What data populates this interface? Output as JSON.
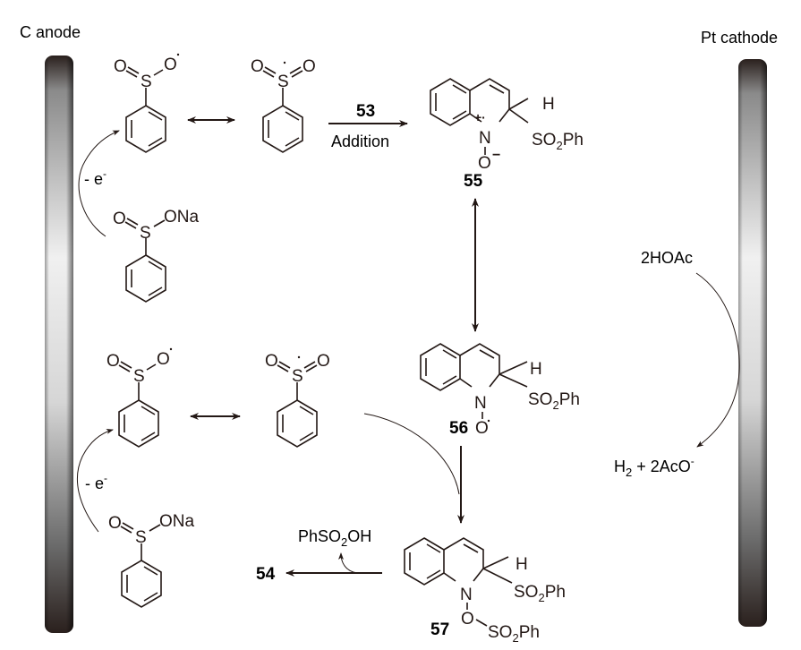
{
  "electrodes": {
    "anode_label": "C anode",
    "cathode_label": "Pt cathode"
  },
  "upper_cycle": {
    "oxidation_label": "- e",
    "oxidation_sup": "-",
    "sulfinate_atoms": {
      "O": "O",
      "S": "S",
      "ONa": "ONa"
    },
    "radical_a_atoms": {
      "O1": "O",
      "S": "S",
      "O2": "O"
    },
    "radical_b_atoms": {
      "O1": "O",
      "S": "S",
      "O2": "O"
    },
    "addition_reagent": "53",
    "addition_label": "Addition"
  },
  "intermediate_55": {
    "compound_number": "55",
    "N": "N",
    "O": "O",
    "H": "H",
    "substituent": "SO",
    "substituent_sub": "2",
    "substituent_tail": "Ph",
    "charge_marks": "+·",
    "minus": "−"
  },
  "intermediate_56": {
    "compound_number": "56",
    "N": "N",
    "O": "O",
    "H": "H",
    "substituent": "SO",
    "substituent_sub": "2",
    "substituent_tail": "Ph"
  },
  "lower_cycle": {
    "oxidation_label": "- e",
    "oxidation_sup": "-",
    "sulfinate_atoms": {
      "O": "O",
      "S": "S",
      "ONa": "ONa"
    },
    "radical_a_atoms": {
      "O1": "O",
      "S": "S",
      "O2": "O"
    },
    "radical_b_atoms": {
      "O1": "O",
      "S": "S",
      "O2": "O"
    }
  },
  "intermediate_57": {
    "compound_number": "57",
    "N": "N",
    "O": "O",
    "H": "H",
    "substituent": "SO",
    "substituent_sub": "2",
    "substituent_tail": "Ph",
    "o_substituent": "SO",
    "o_substituent_sub": "2",
    "o_substituent_tail": "Ph"
  },
  "elimination": {
    "byproduct": "PhSO",
    "byproduct_sub": "2",
    "byproduct_tail": "OH",
    "product": "54"
  },
  "cathode_reaction": {
    "reactant": "2HOAc",
    "product_h": "H",
    "product_h_sub": "2",
    "product_rest": " + 2AcO",
    "product_sup": "-"
  },
  "colors": {
    "ink": "#231815",
    "electrode_dark": "#2a201d",
    "electrode_light": "#f2f2f2"
  }
}
